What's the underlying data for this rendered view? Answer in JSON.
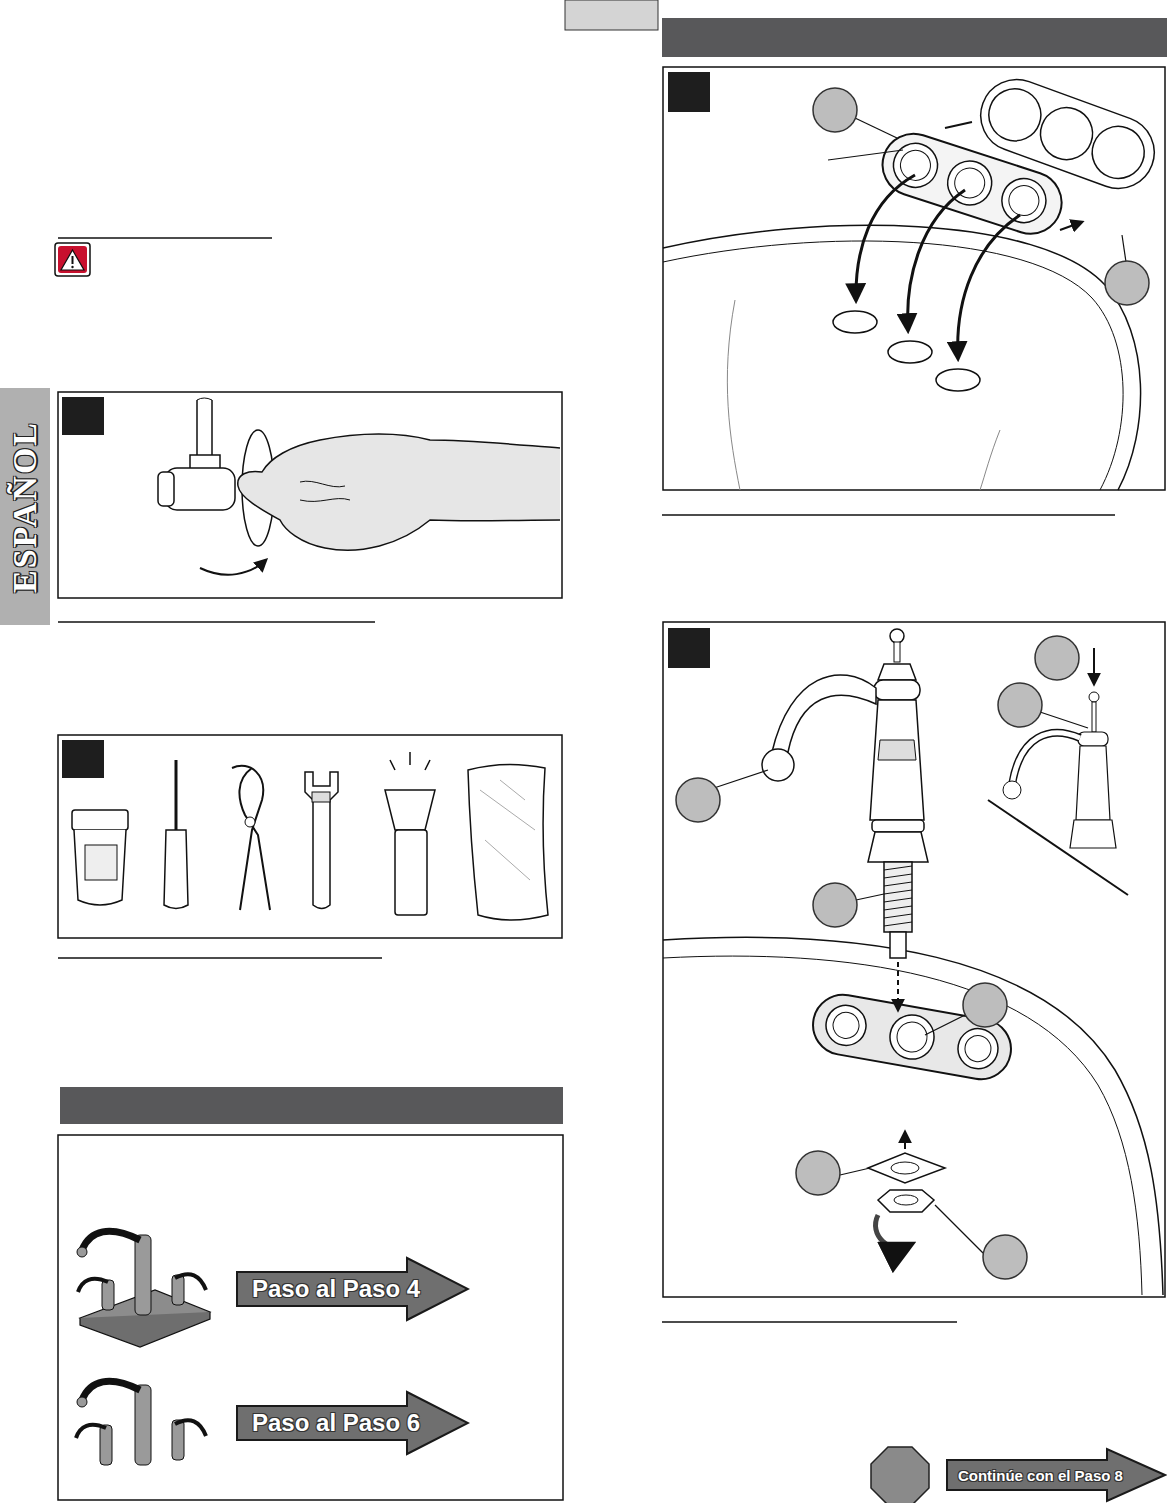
{
  "diagram": {
    "nodes": [
      {
        "text": [
          "ESPAÑOL"
        ]
      },
      {
        "text": [
          "Paso al Paso 4"
        ]
      },
      {
        "text": [
          "Paso al Paso 6"
        ]
      },
      {
        "text": [
          "Continúe con el Paso 8"
        ]
      }
    ]
  }
}
